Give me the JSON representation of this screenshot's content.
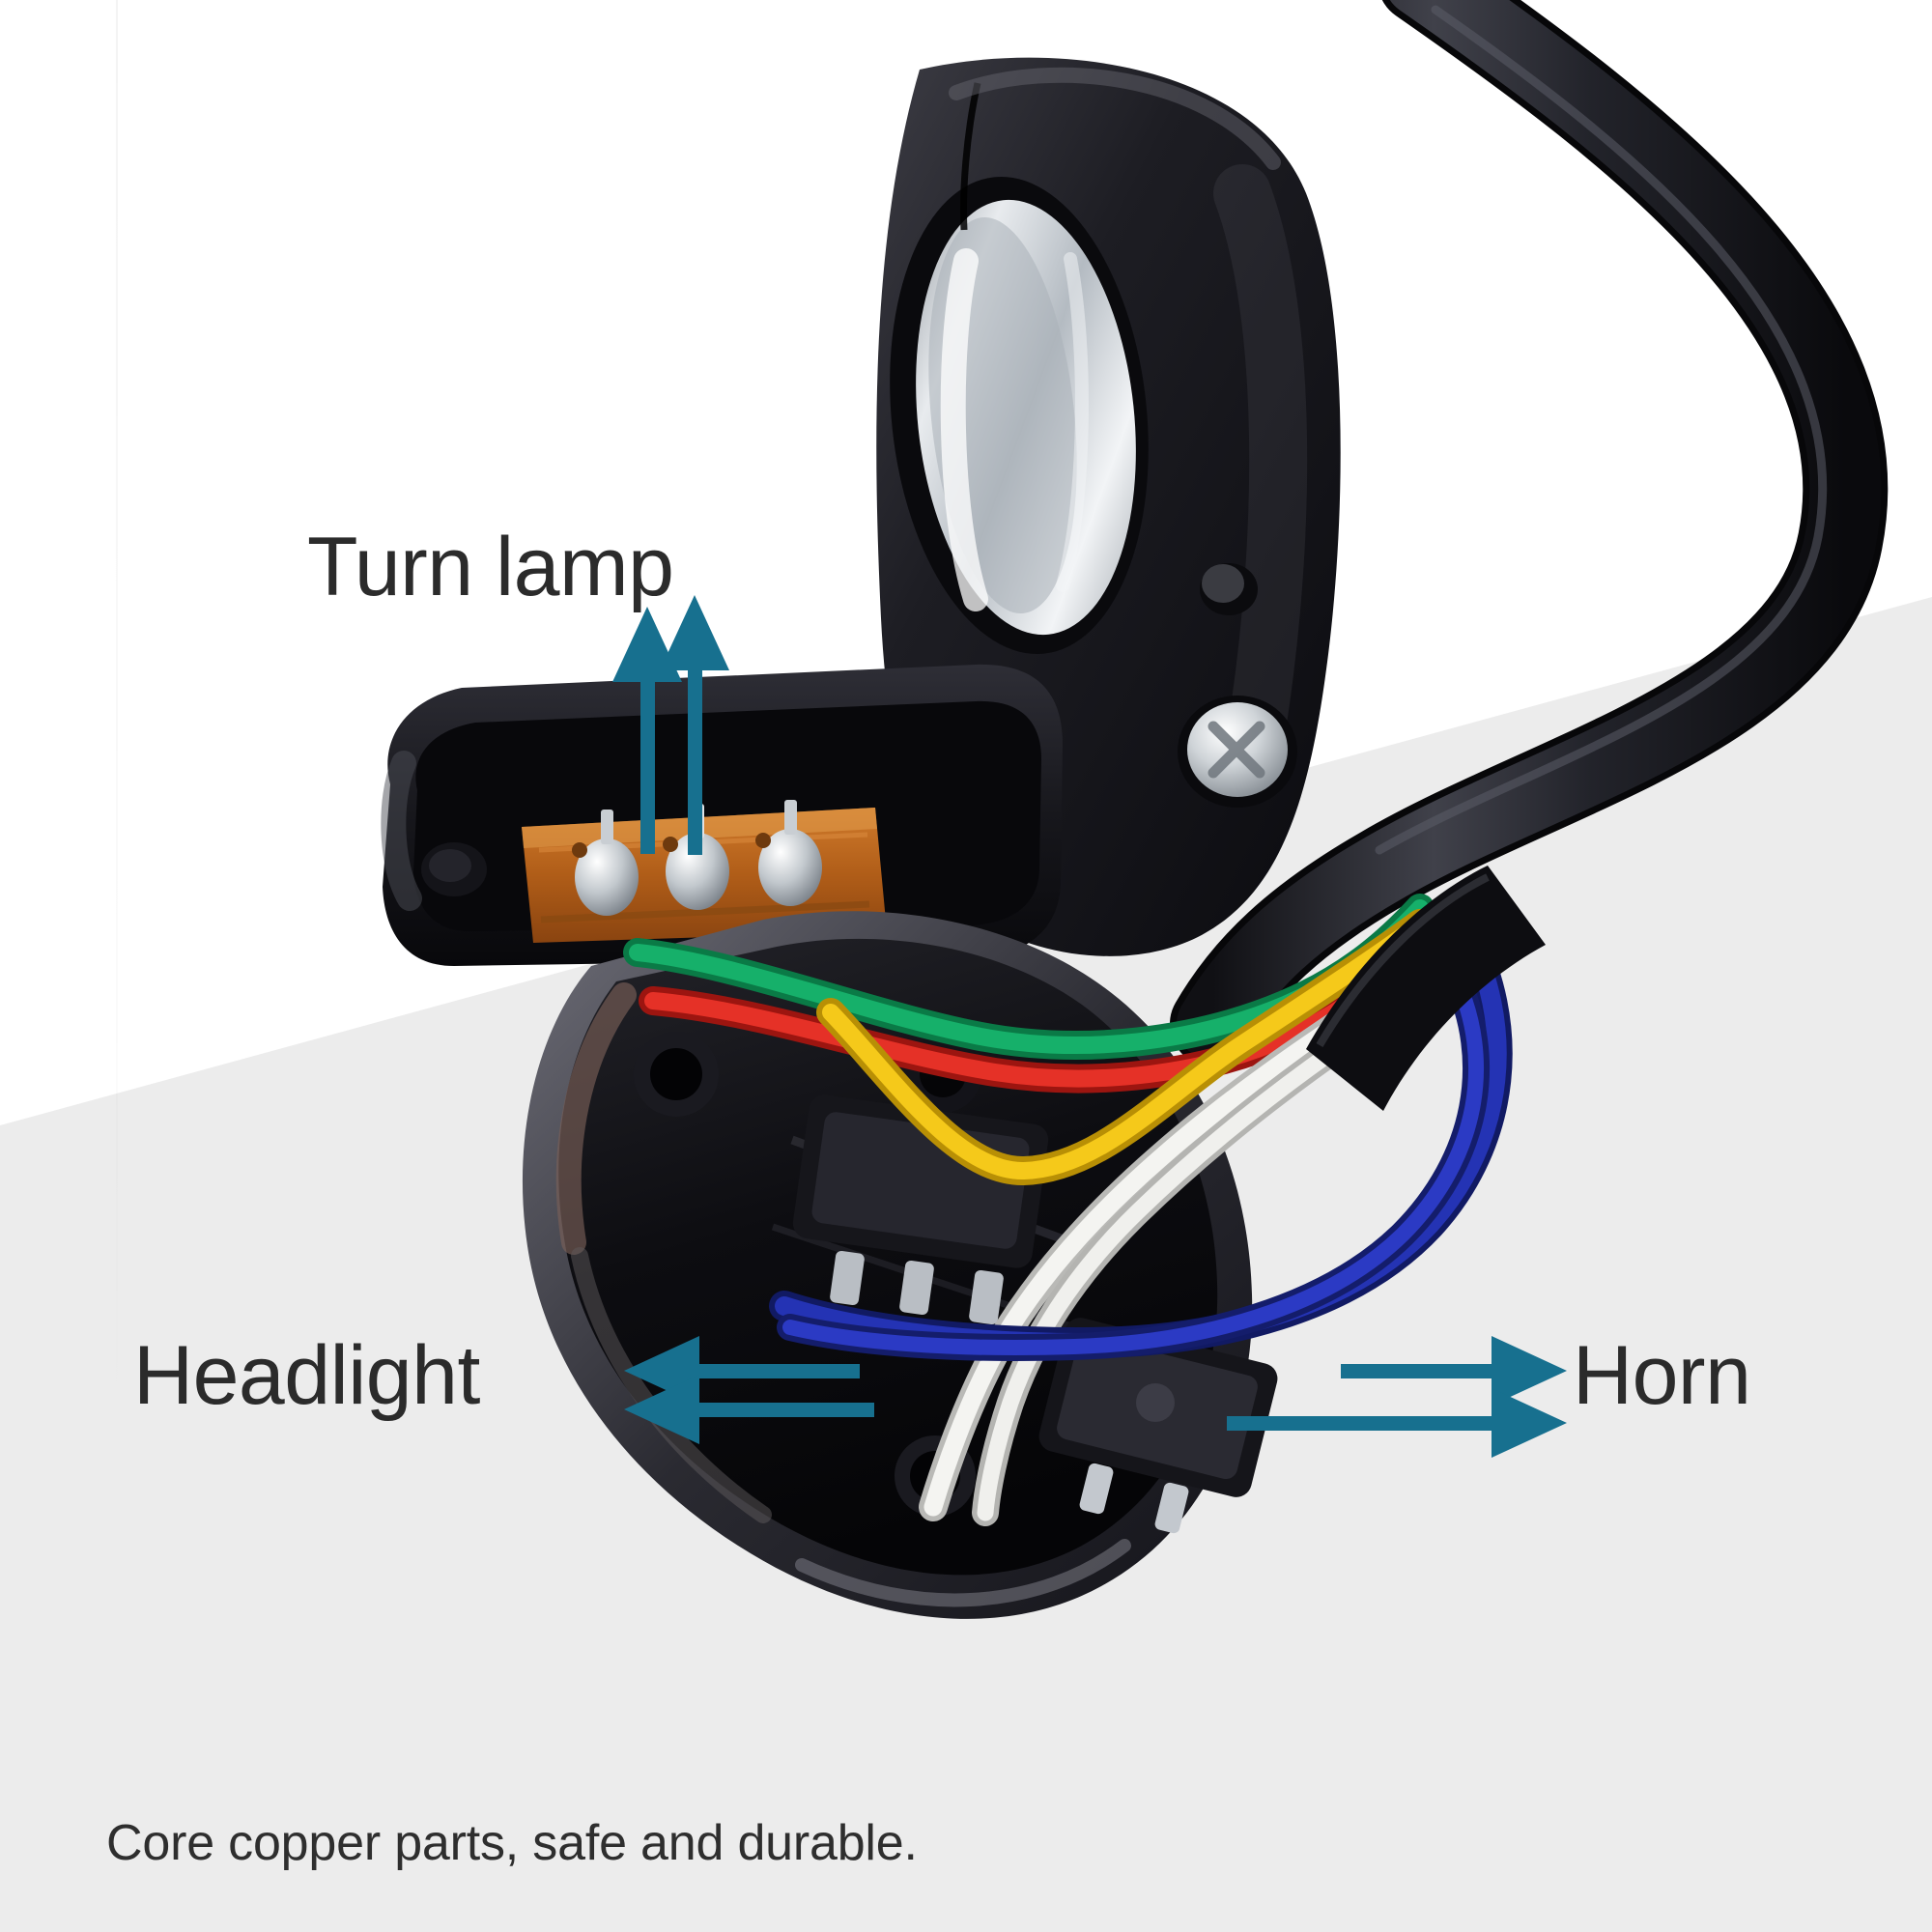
{
  "image": {
    "subject": "e-scooter handlebar turn-signal / headlight / horn switch, opened housing",
    "background_top_color": "#ffffff",
    "background_floor_color": "#ececec"
  },
  "annotations": {
    "accent_color": "#17708f",
    "text_color": "#2b2b2b",
    "items": [
      {
        "id": "turn-lamp",
        "label": "Turn lamp",
        "arrow_count": 2,
        "arrow_direction": "up",
        "points_to": "circuit-board-contacts"
      },
      {
        "id": "headlight",
        "label": "Headlight",
        "arrow_count": 2,
        "arrow_direction": "left",
        "points_to": "blue-white-switch-terminals"
      },
      {
        "id": "horn",
        "label": "Horn",
        "arrow_count": 2,
        "arrow_direction": "right",
        "points_to": "horn-micro-switch"
      }
    ]
  },
  "caption": {
    "text": "Core copper parts, safe and durable."
  },
  "product": {
    "housing_color": "#16161a",
    "housing_highlight": "#4a4a52",
    "clamp_metal_color": "#c9ced3",
    "cable_color": "#1b1b20",
    "screw_color": "#d2d6da",
    "pcb_color": "#b8641f",
    "solder_color": "#c8ccd0",
    "wires": [
      {
        "name": "green",
        "color": "#0fa05e"
      },
      {
        "name": "red",
        "color": "#e02b22"
      },
      {
        "name": "yellow",
        "color": "#f2c30d"
      },
      {
        "name": "white",
        "color": "#f2f2f0"
      },
      {
        "name": "blue",
        "color": "#1f2ea8"
      }
    ]
  }
}
